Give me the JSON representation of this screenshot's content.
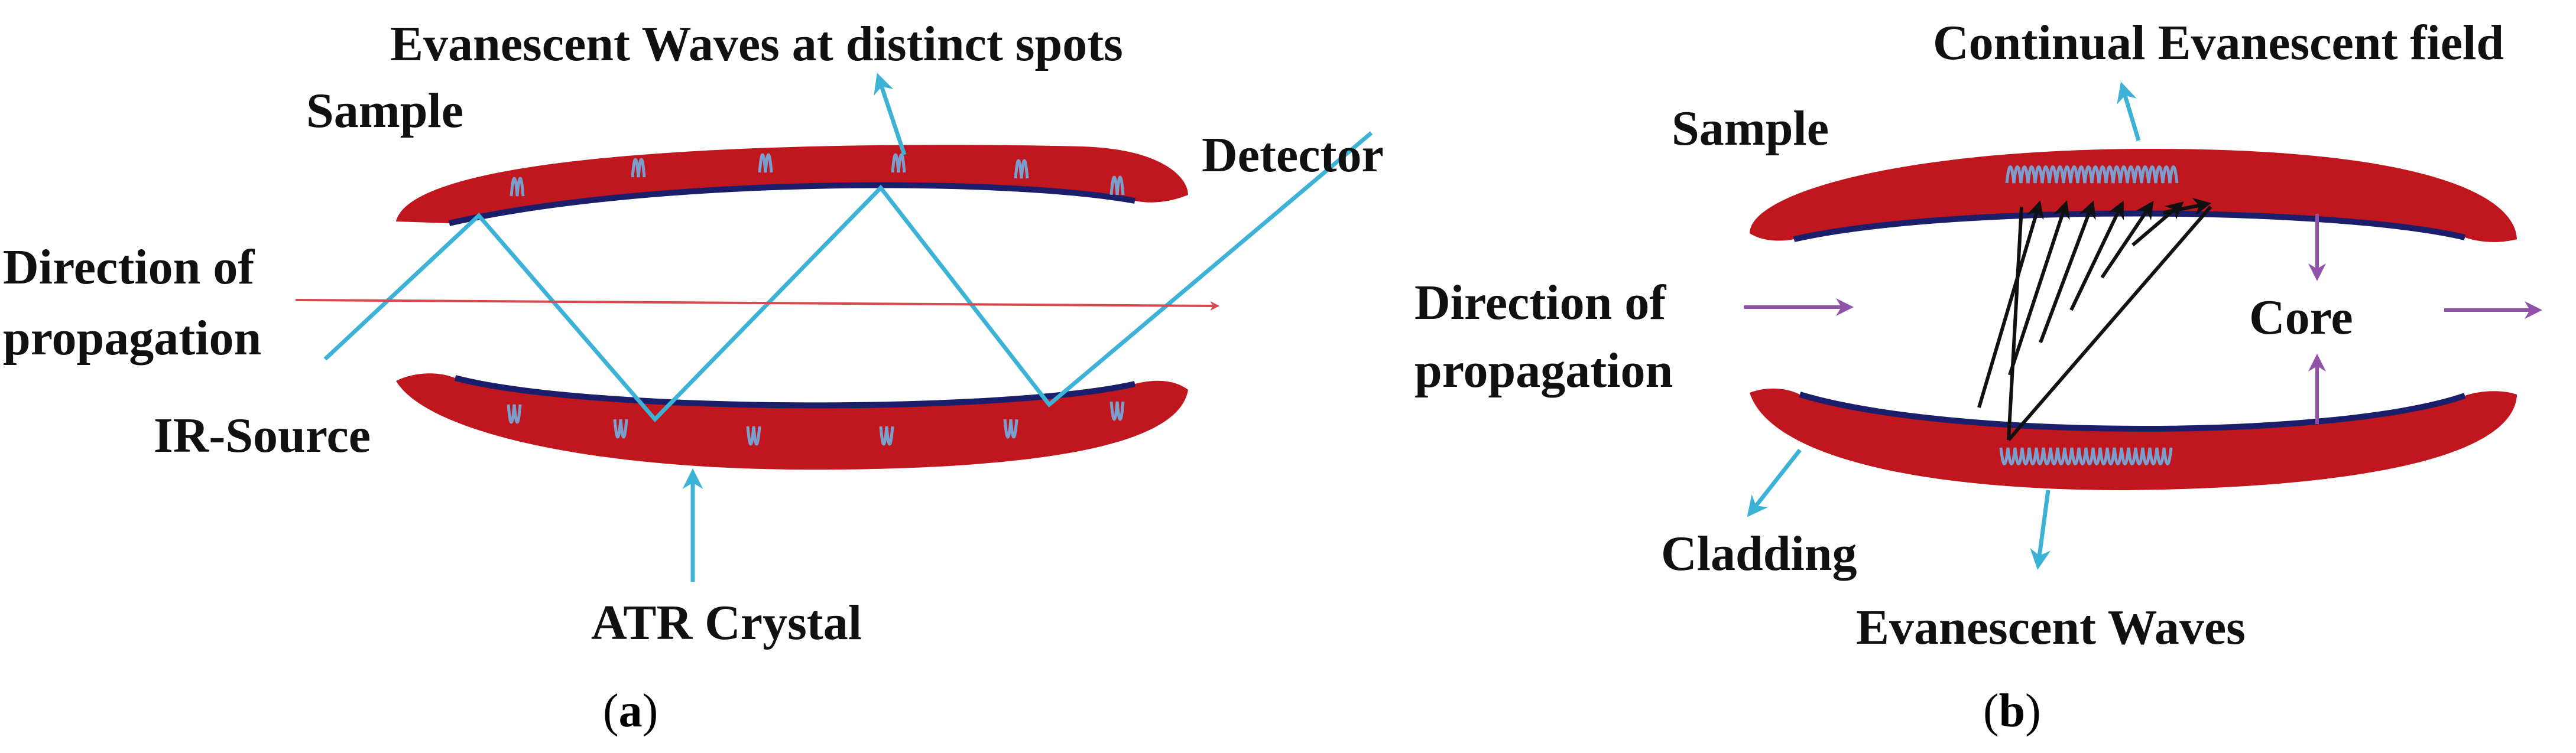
{
  "colors": {
    "cladding": "#c0161d",
    "interface": "#1b1f6b",
    "beam": "#3cb2d6",
    "arrow_red": "#d6494f",
    "arrow_purple": "#8f52a8",
    "hatch": "#111111",
    "wave": "#7a9fcf"
  },
  "panel_a": {
    "title_evanescent": "Evanescent Waves at distinct spots",
    "sample": "Sample",
    "detector": "Detector",
    "direction_line1": "Direction of",
    "direction_line2": "propagation",
    "ir_source": "IR-Source",
    "atr_crystal": "ATR Crystal",
    "caption": "a"
  },
  "panel_b": {
    "title_evanescent": "Continual Evanescent field",
    "sample": "Sample",
    "direction_line1": "Direction of",
    "direction_line2": "propagation",
    "core": "Core",
    "cladding": "Cladding",
    "evanescent_waves": "Evanescent Waves",
    "caption": "b"
  }
}
